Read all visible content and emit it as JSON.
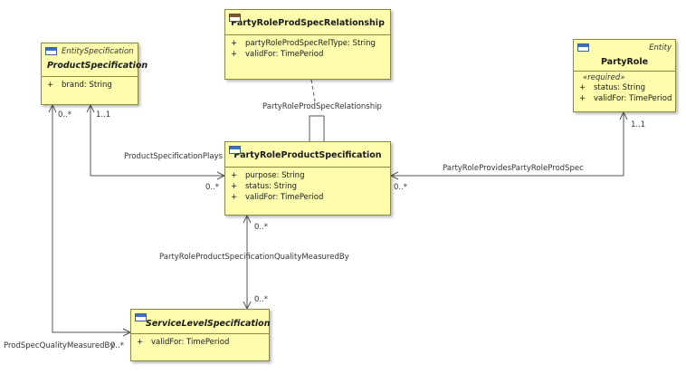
{
  "classes": {
    "relationship": {
      "name": "PartyRoleProdSpecRelationship",
      "attributes": [
        {
          "vis": "+",
          "text": "partyRoleProdSpecRelType: String"
        },
        {
          "vis": "+",
          "text": "validFor: TimePeriod"
        }
      ]
    },
    "product_spec": {
      "stereotype": "EntitySpecification",
      "name": "ProductSpecification",
      "attributes": [
        {
          "vis": "+",
          "text": "brand: String"
        }
      ]
    },
    "party_role": {
      "stereotype": "Entity",
      "name": "PartyRole",
      "group": "«required»",
      "attributes": [
        {
          "vis": "+",
          "text": "status: String"
        },
        {
          "vis": "+",
          "text": "validFor: TimePeriod"
        }
      ]
    },
    "prps": {
      "name": "PartyRoleProductSpecification",
      "attributes": [
        {
          "vis": "+",
          "text": "purpose: String"
        },
        {
          "vis": "+",
          "text": "status: String"
        },
        {
          "vis": "+",
          "text": "validFor: TimePeriod"
        }
      ]
    },
    "sls": {
      "name": "ServiceLevelSpecification",
      "attributes": [
        {
          "vis": "+",
          "text": "validFor: TimePeriod"
        }
      ]
    }
  },
  "associations": {
    "rel_label": "PartyRoleProdSpecRelationship",
    "plays_label": "ProductSpecificationPlays",
    "provides_label": "PartyRoleProvidesPartyRoleProdSpec",
    "measured_label": "PartyRoleProductSpecificationQualityMeasuredBy",
    "prodspec_measured_label": "ProdSpecQualityMeasuredBy"
  },
  "multiplicities": {
    "ps_left": "0..*",
    "ps_right": "1..1",
    "prps_left": "0..*",
    "prps_right": "0..*",
    "pr_bottom": "1..1",
    "prps_bottom": "0..*",
    "sls_top": "0..*",
    "sls_left": "0..*"
  }
}
